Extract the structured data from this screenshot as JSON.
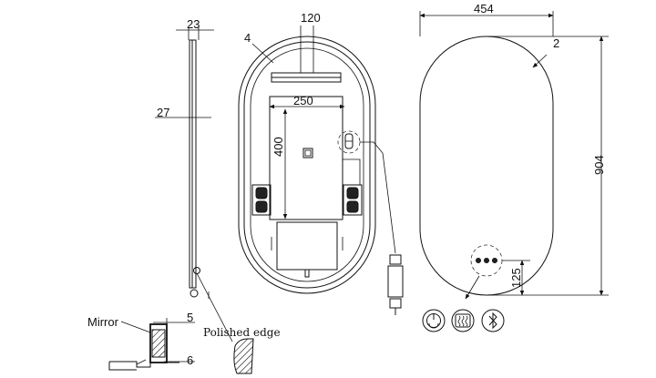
{
  "side_view": {
    "thickness_top": "23",
    "depth": "27",
    "mirror_label": "Mirror",
    "dim_5": "5",
    "dim_6": "6",
    "polished_edge_label": "Polished edge"
  },
  "back_view": {
    "led_strip_width": "120",
    "frame_ref": "4",
    "module_width": "250",
    "module_height": "400"
  },
  "front_view": {
    "width": "454",
    "height": "904",
    "frame_ref": "2",
    "switch_offset": "125"
  },
  "icons": [
    "power-touch-icon",
    "defogger-icon",
    "bluetooth-icon"
  ]
}
